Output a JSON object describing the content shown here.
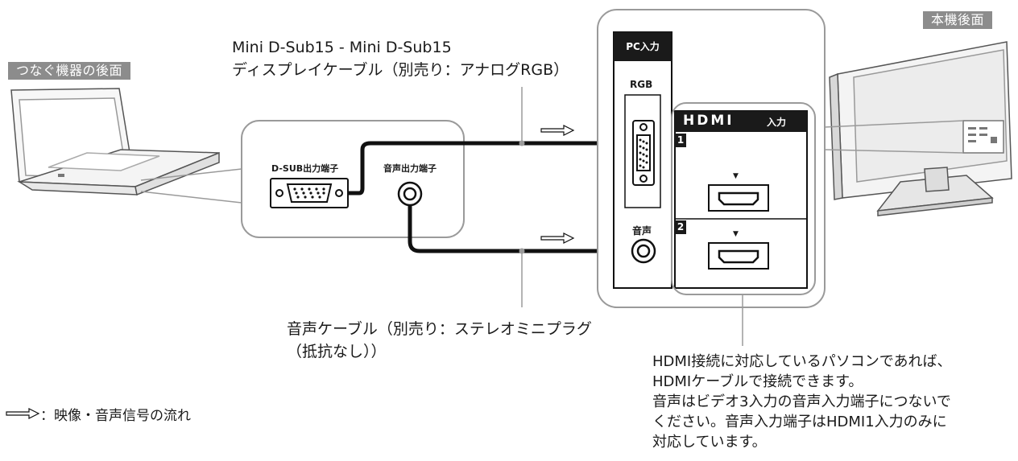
{
  "tags": {
    "device_back": "つなぐ機器の後面",
    "tv_back": "本機後面"
  },
  "cable_vga": {
    "line1": "Mini D-Sub15 - Mini D-Sub15",
    "line2": "ディスプレイケーブル（別売り：アナログRGB）"
  },
  "cable_audio": {
    "line1": "音声ケーブル（別売り：ステレオミニプラグ",
    "line2": "（抵抗なし））"
  },
  "device_ports": {
    "dsub": "D-SUB出力端子",
    "audio": "音声出力端子"
  },
  "tv_panel": {
    "pc_input_header": "PC入力",
    "rgb": "RGB",
    "audio": "音声",
    "hdmi_logo": "HDMI",
    "hdmi_input": "入力",
    "port1": "1",
    "port2": "2",
    "triangle": "▼"
  },
  "note": {
    "line1": "HDMI接続に対応しているパソコンであれば、",
    "line2": "HDMIケーブルで接続できます。",
    "line3": "音声はビデオ3入力の音声入力端子につないで",
    "line4": "ください。音声入力端子はHDMI1入力のみに",
    "line5": "対応しています。"
  },
  "legend": {
    "text": "：映像・音声信号の流れ"
  },
  "colors": {
    "tag_bg": "#8c8c8c",
    "outline": "#9a9a9a",
    "cable": "#111111",
    "panel_dark": "#1a1a1a"
  }
}
